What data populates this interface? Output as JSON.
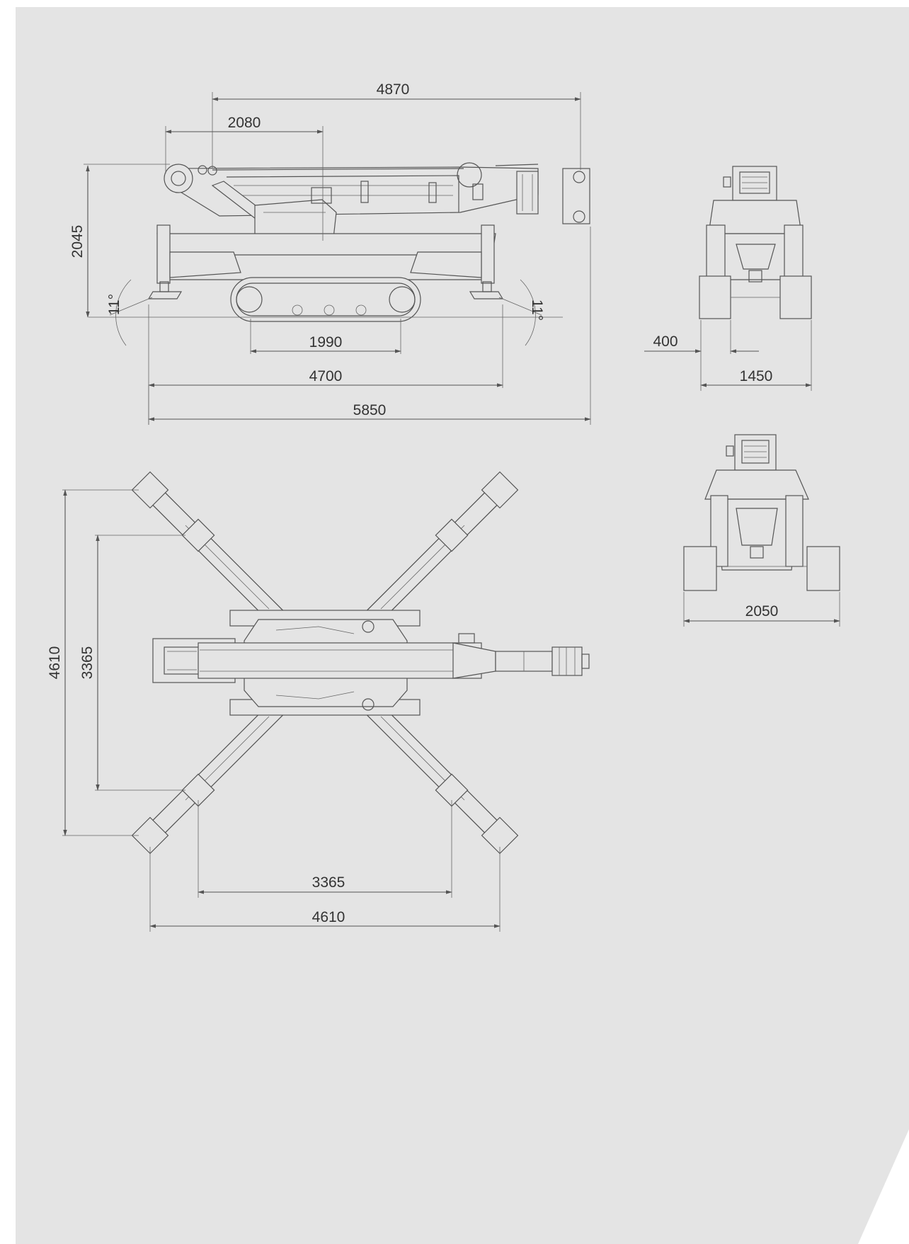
{
  "colors": {
    "page": "#e4e4e4",
    "line": "#555555",
    "text": "#333333"
  },
  "side_view": {
    "top_length": "4870",
    "boom_offset": "2080",
    "height": "2045",
    "angle_left": "11°",
    "angle_right": "11°",
    "track_length": "1990",
    "outrigger_span": "4700",
    "overall_length": "5850"
  },
  "front_view": {
    "offset": "400",
    "width": "1450"
  },
  "rear_view": {
    "width": "2050"
  },
  "top_view": {
    "outer_height": "4610",
    "inner_height": "3365",
    "inner_width": "3365",
    "outer_width": "4610"
  }
}
